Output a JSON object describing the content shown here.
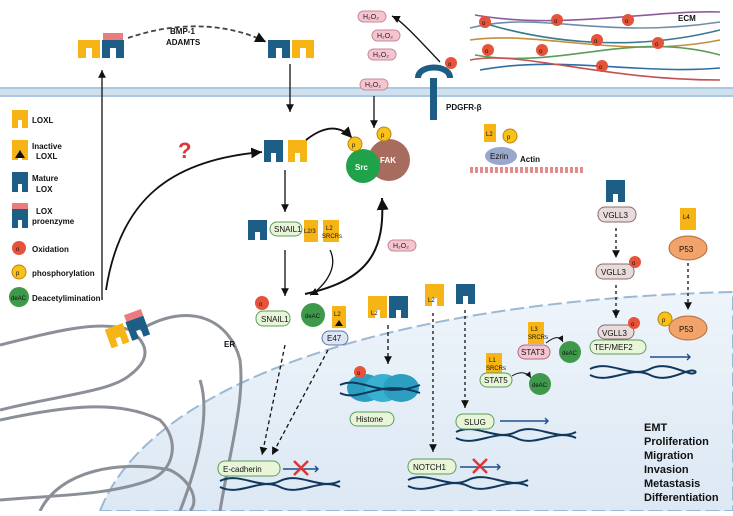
{
  "title": "",
  "labels": {
    "bmp": "BMP-1",
    "adamts": "ADAMTS",
    "ecm": "ECM",
    "pdgfr": "PDGFR-β",
    "h2o2": "H₂O₂",
    "src": "Src",
    "fak": "FAK",
    "p": "p",
    "o": "o",
    "ezrin": "Ezrin",
    "actin": "Actin",
    "snail1": "SNAIL1",
    "l23": "L2/3",
    "l2": "L2",
    "l1": "L1",
    "l3": "L3",
    "l4": "L4",
    "srcrs": "SRCRs",
    "deac": "deAC",
    "e47": "E47",
    "histone": "Histone",
    "slug": "SLUG",
    "notch1": "NOTCH1",
    "ecadherin": "E-cadherin",
    "stat3": "STAT3",
    "stat5": "STAT5",
    "vgll3": "VGLL3",
    "tefmef2": "TEF/MEF2",
    "p53": "P53",
    "er": "ER",
    "question": "?"
  },
  "legend": [
    {
      "label": "LOXL",
      "icon": "loxl-icon"
    },
    {
      "label": "Inactive\nLOXL",
      "icon": "inactive-loxl-icon"
    },
    {
      "label": "Mature\nLOX",
      "icon": "mature-lox-icon"
    },
    {
      "label": "LOX\nproenzyme",
      "icon": "lox-proenzyme-icon"
    },
    {
      "label": "Oxidation",
      "icon": "oxidation-icon"
    },
    {
      "label": "phosphorylation",
      "icon": "phosphorylation-icon"
    },
    {
      "label": "Deacetylimination",
      "icon": "deacetylimination-icon"
    }
  ],
  "outcomes": [
    "EMT",
    "Proliferation",
    "Migration",
    "Invasion",
    "Metastasis",
    "Differentiation"
  ],
  "colors": {
    "lox_blue": "#1c5e86",
    "loxl_yellow": "#f6b417",
    "pro_pink": "#ec7b7f",
    "oxidation_red": "#e5533b",
    "phospho_yellow": "#f9c21a",
    "deac_green": "#3e9a4a",
    "membrane": "#b7cfe4",
    "nucleus": "#e6eef7",
    "dna_navy": "#10385d",
    "src_green": "#20a24a",
    "fak_brown": "#a76c5d"
  }
}
